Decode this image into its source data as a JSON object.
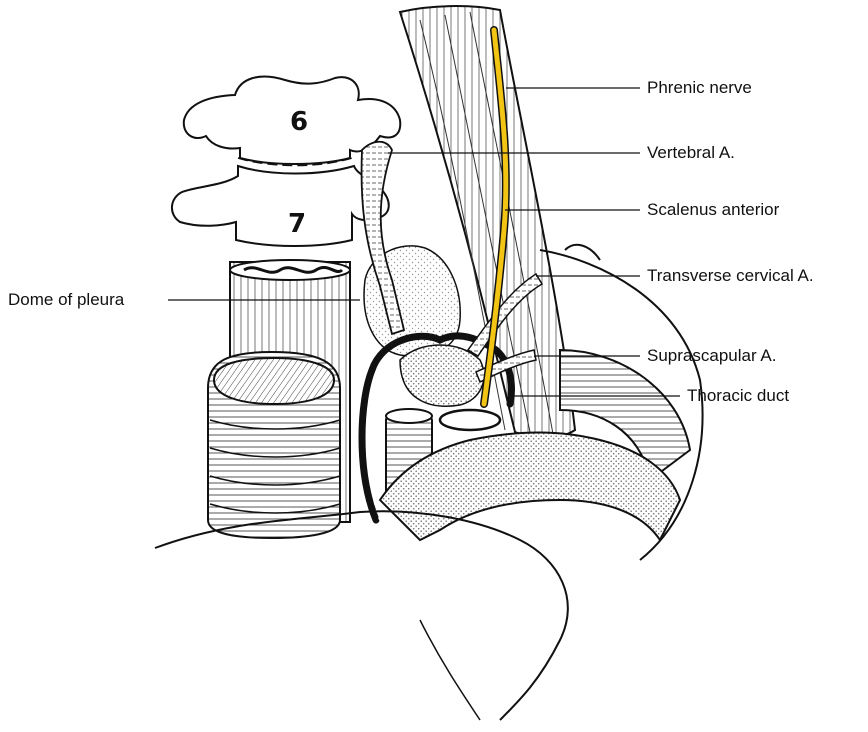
{
  "labels": {
    "phrenic_nerve": "Phrenic nerve",
    "vertebral_artery": "Vertebral A.",
    "scalenus_anterior": "Scalenus anterior",
    "transverse_cervical": "Transverse cervical A.",
    "suprascapular": "Suprascapular A.",
    "thoracic_duct": "Thoracic duct",
    "dome_of_pleura": "Dome of pleura"
  },
  "vertebrae": {
    "upper": "6",
    "lower": "7"
  },
  "colors": {
    "nerve": "#f2c413",
    "ink": "#111111",
    "stipple": "#bdbdbd",
    "background": "#ffffff"
  }
}
